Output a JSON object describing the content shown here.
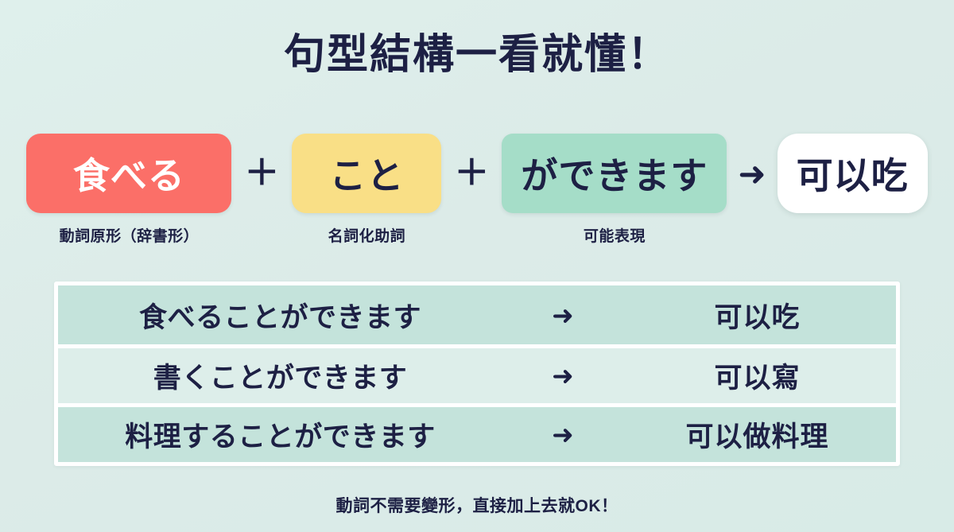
{
  "header": {
    "title": "句型結構一看就懂！"
  },
  "colors": {
    "background": "#dceae8",
    "text_dark": "#1d2044",
    "chip_red": "#fb6f68",
    "chip_yellow": "#f9df86",
    "chip_green": "#a5ddc8",
    "chip_white": "#ffffff",
    "row_dark": "#c4e3db",
    "row_light": "#ddeeea",
    "row_divider": "#ffffff"
  },
  "formula": {
    "parts": [
      {
        "text": "食べる",
        "caption": "動詞原形（辞書形）",
        "style": "red"
      },
      {
        "text": "こと",
        "caption": "名詞化助詞",
        "style": "yellow"
      },
      {
        "text": "ができます",
        "caption": "可能表現",
        "style": "green"
      }
    ],
    "operator": "＋",
    "arrow": "➜",
    "result": "可以吃"
  },
  "examples": {
    "arrow": "➜",
    "rows": [
      {
        "japanese": "食べることができます",
        "chinese": "可以吃"
      },
      {
        "japanese": "書くことができます",
        "chinese": "可以寫"
      },
      {
        "japanese": "料理することができます",
        "chinese": "可以做料理"
      }
    ]
  },
  "footer": {
    "note": "動詞不需要變形，直接加上去就OK！"
  }
}
